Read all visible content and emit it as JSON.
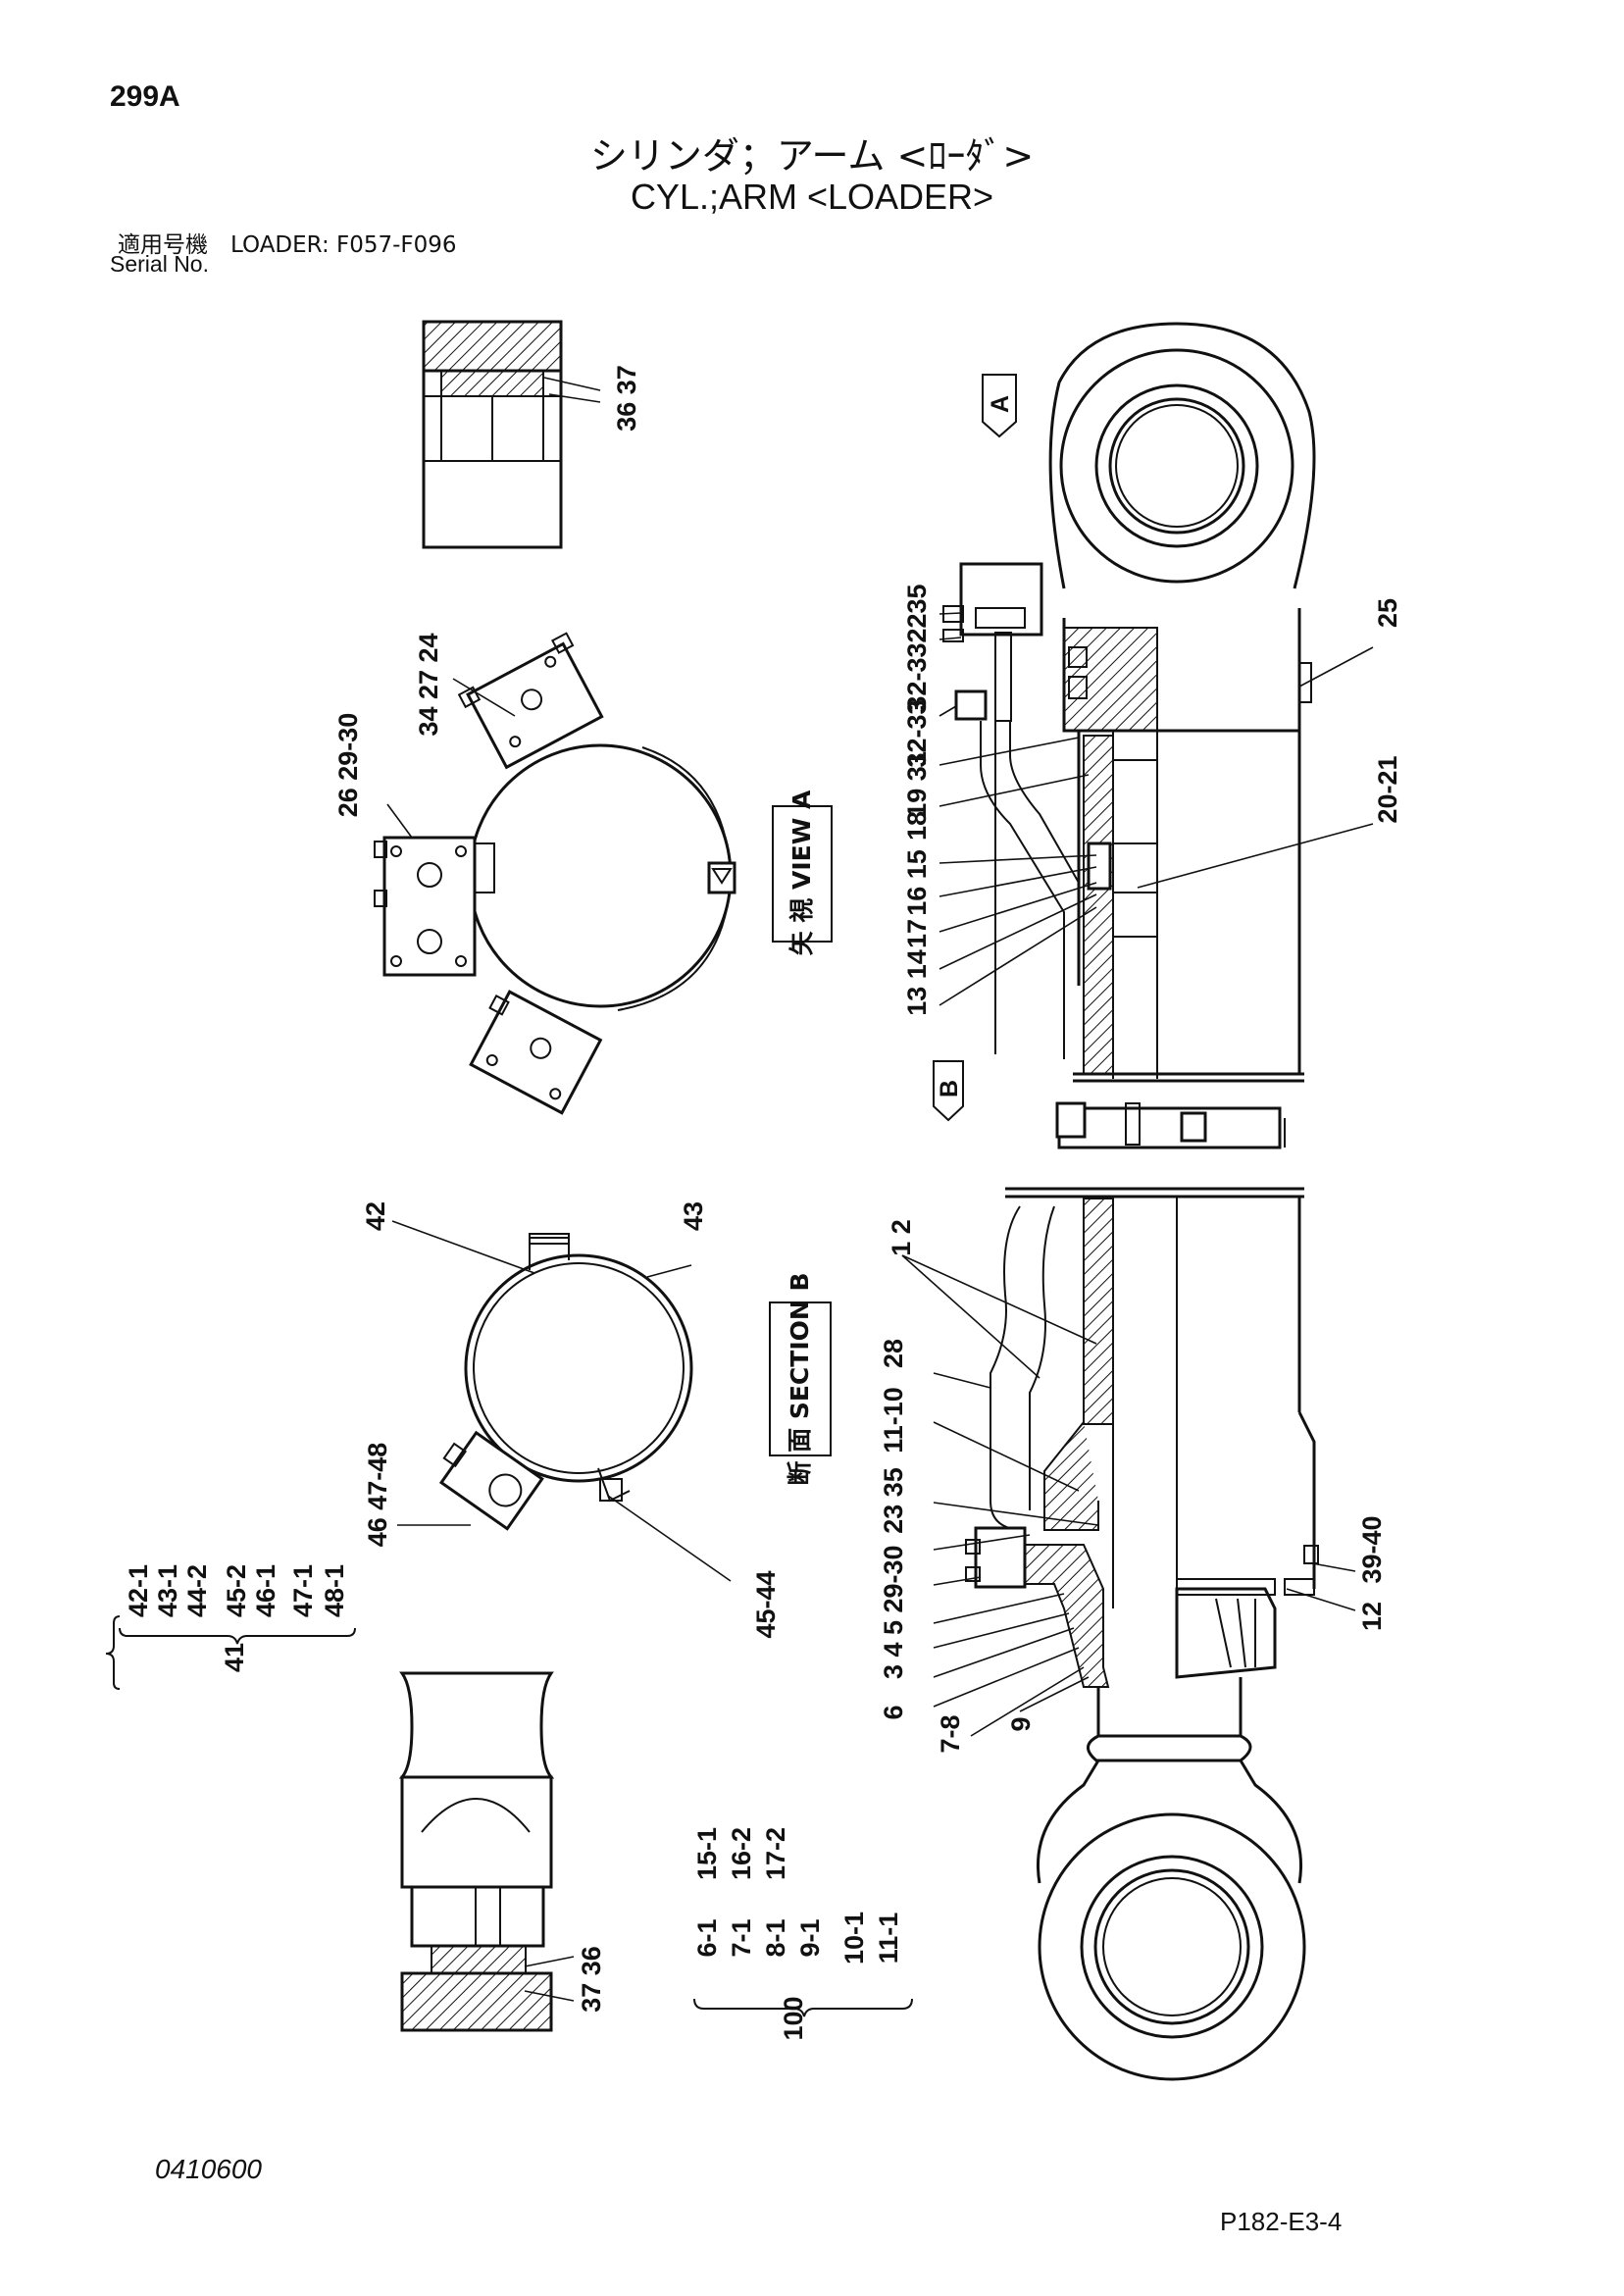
{
  "page_number": "299A",
  "title_jp": "シリンダ；アーム <ﾛｰﾀﾞ>",
  "title_en": "CYL.;ARM <LOADER>",
  "model_line": "適用号機　LOADER: F057-F096",
  "serial_label": "Serial No.",
  "doc_code": "0410600",
  "page_ref": "P182-E3-4",
  "view_labels": {
    "view_a": "矢 視 VIEW A",
    "section_b": "断 面 SECTION B",
    "arrow_a": "A",
    "arrow_b": "B"
  },
  "part_callouts": {
    "c36_37_top": "36 37",
    "c24_27_34": "34 27 24",
    "c26_29_30": "26 29-30",
    "c32235": "32-332235",
    "c32_33": "32-33",
    "c19_31": "19 31",
    "c18": "18",
    "c15_16": "16 15",
    "c17": "17",
    "c13_14": "13 14",
    "c25": "25",
    "c20_21": "20-21",
    "c42": "42",
    "c43": "43",
    "c1_2": "1 2",
    "c46_47_48": "46 47-48",
    "c45_44": "45-44",
    "c28": "28",
    "c11_10": "11-10",
    "c23_35": "23 35",
    "c29_30b": "29-30",
    "c3_4_5": "3 4 5",
    "c6": "6",
    "c7_8": "7-8",
    "c9": "9",
    "c12": "12",
    "c39_40": "39-40",
    "c36_37_bottom": "37 36"
  },
  "kit_41": {
    "label": "41",
    "items": [
      "42-1",
      "43-1",
      "44-2",
      "45-2",
      "46-1",
      "47-1",
      "48-1"
    ]
  },
  "kit_100": {
    "label": "100",
    "items": [
      "6-1",
      "7-1",
      "8-1",
      "9-1",
      "10-1",
      "11-1",
      "15-1",
      "16-2",
      "17-2"
    ]
  }
}
